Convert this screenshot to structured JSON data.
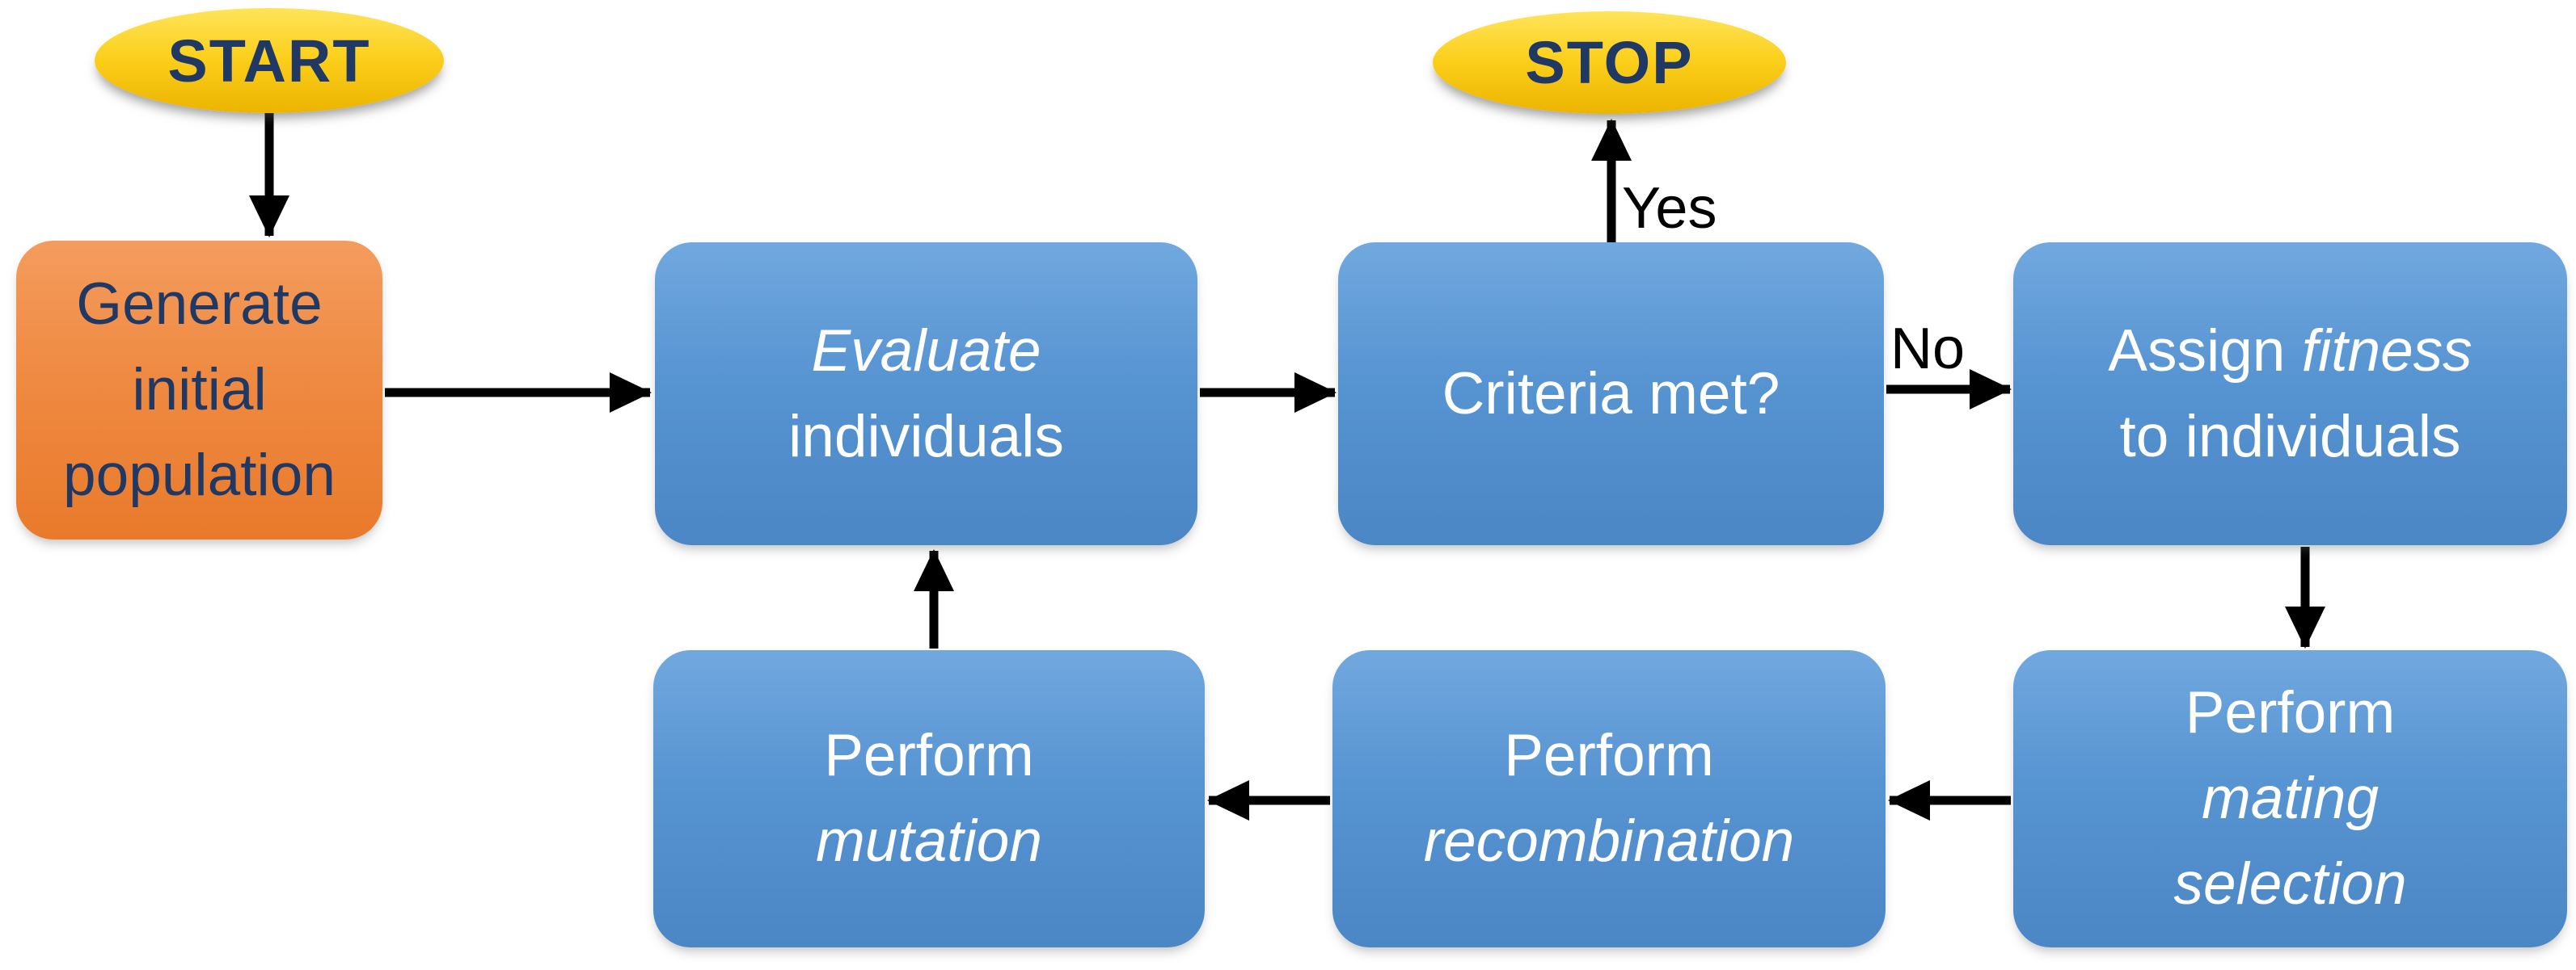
{
  "nodes": {
    "start": {
      "label": "START"
    },
    "stop": {
      "label": "STOP"
    },
    "generate": {
      "lines": [
        [
          {
            "t": "Generate"
          }
        ],
        [
          {
            "t": "initial"
          }
        ],
        [
          {
            "t": "population"
          }
        ]
      ]
    },
    "evaluate": {
      "lines": [
        [
          {
            "t": "Evaluate",
            "i": true
          }
        ],
        [
          {
            "t": "individuals"
          }
        ]
      ]
    },
    "criteria": {
      "lines": [
        [
          {
            "t": "Criteria met?"
          }
        ]
      ]
    },
    "assign": {
      "lines": [
        [
          {
            "t": "Assign"
          },
          {
            "t": " "
          },
          {
            "t": "fitness",
            "i": true
          }
        ],
        [
          {
            "t": "to individuals"
          }
        ]
      ]
    },
    "mating": {
      "lines": [
        [
          {
            "t": "Perform"
          }
        ],
        [
          {
            "t": "mating",
            "i": true
          }
        ],
        [
          {
            "t": "selection",
            "i": true
          }
        ]
      ]
    },
    "recombination": {
      "lines": [
        [
          {
            "t": "Perform"
          }
        ],
        [
          {
            "t": "recombination",
            "i": true
          }
        ]
      ]
    },
    "mutation": {
      "lines": [
        [
          {
            "t": "Perform"
          }
        ],
        [
          {
            "t": "mutation",
            "i": true
          }
        ]
      ]
    }
  },
  "edge_labels": {
    "yes": "Yes",
    "no": "No"
  },
  "colors": {
    "terminal_yellow": "#FBCF1B",
    "process_blue": "#5B9BD5",
    "start_orange": "#ED7D31",
    "text_navy": "#1F3864",
    "text_white": "#FFFFFF",
    "arrow_black": "#000000"
  }
}
